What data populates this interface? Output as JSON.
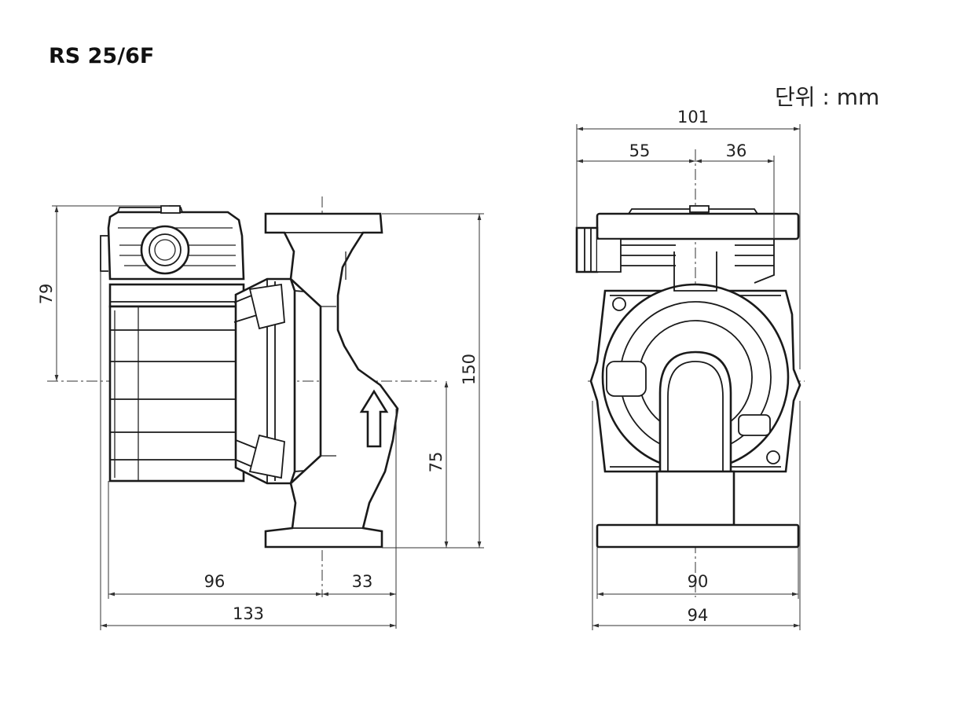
{
  "title": "RS 25/6F",
  "unit_label": "단위 : mm",
  "side_view": {
    "dimensions": {
      "height_upper": "79",
      "height_total": "150",
      "height_lower": "75",
      "width_motor": "96",
      "width_flange_half": "33",
      "width_total": "133"
    }
  },
  "front_view": {
    "dimensions": {
      "width_top_total": "101",
      "width_top_left": "55",
      "width_top_right": "36",
      "width_base_inner": "90",
      "width_base_total": "94"
    }
  },
  "icons": {
    "flow_direction": "arrow-up-icon"
  }
}
